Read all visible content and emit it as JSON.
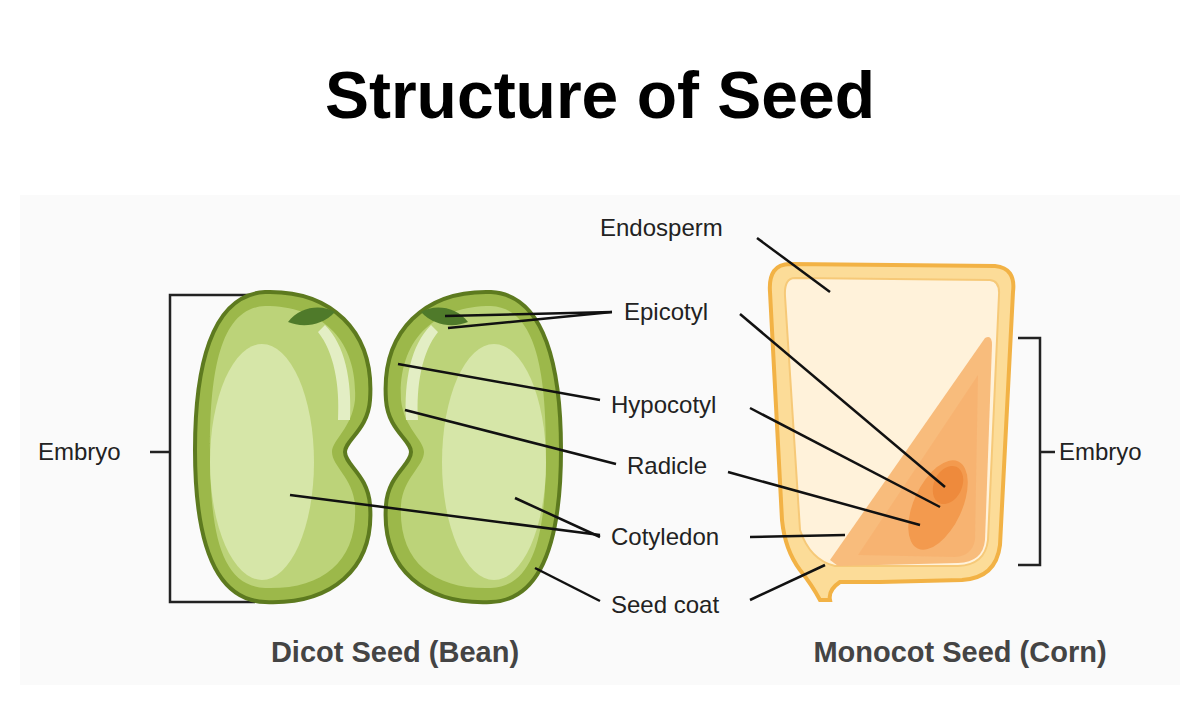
{
  "diagram": {
    "title": "Structure of Seed",
    "labels": [
      "Embryo",
      "Endosperm",
      "Epicotyl",
      "Hypocotyl",
      "Radicle",
      "Cotyledon",
      "Seed coat",
      "Embryo",
      "Dicot Seed (Bean)",
      "Monocot Seed (Corn)"
    ]
  }
}
